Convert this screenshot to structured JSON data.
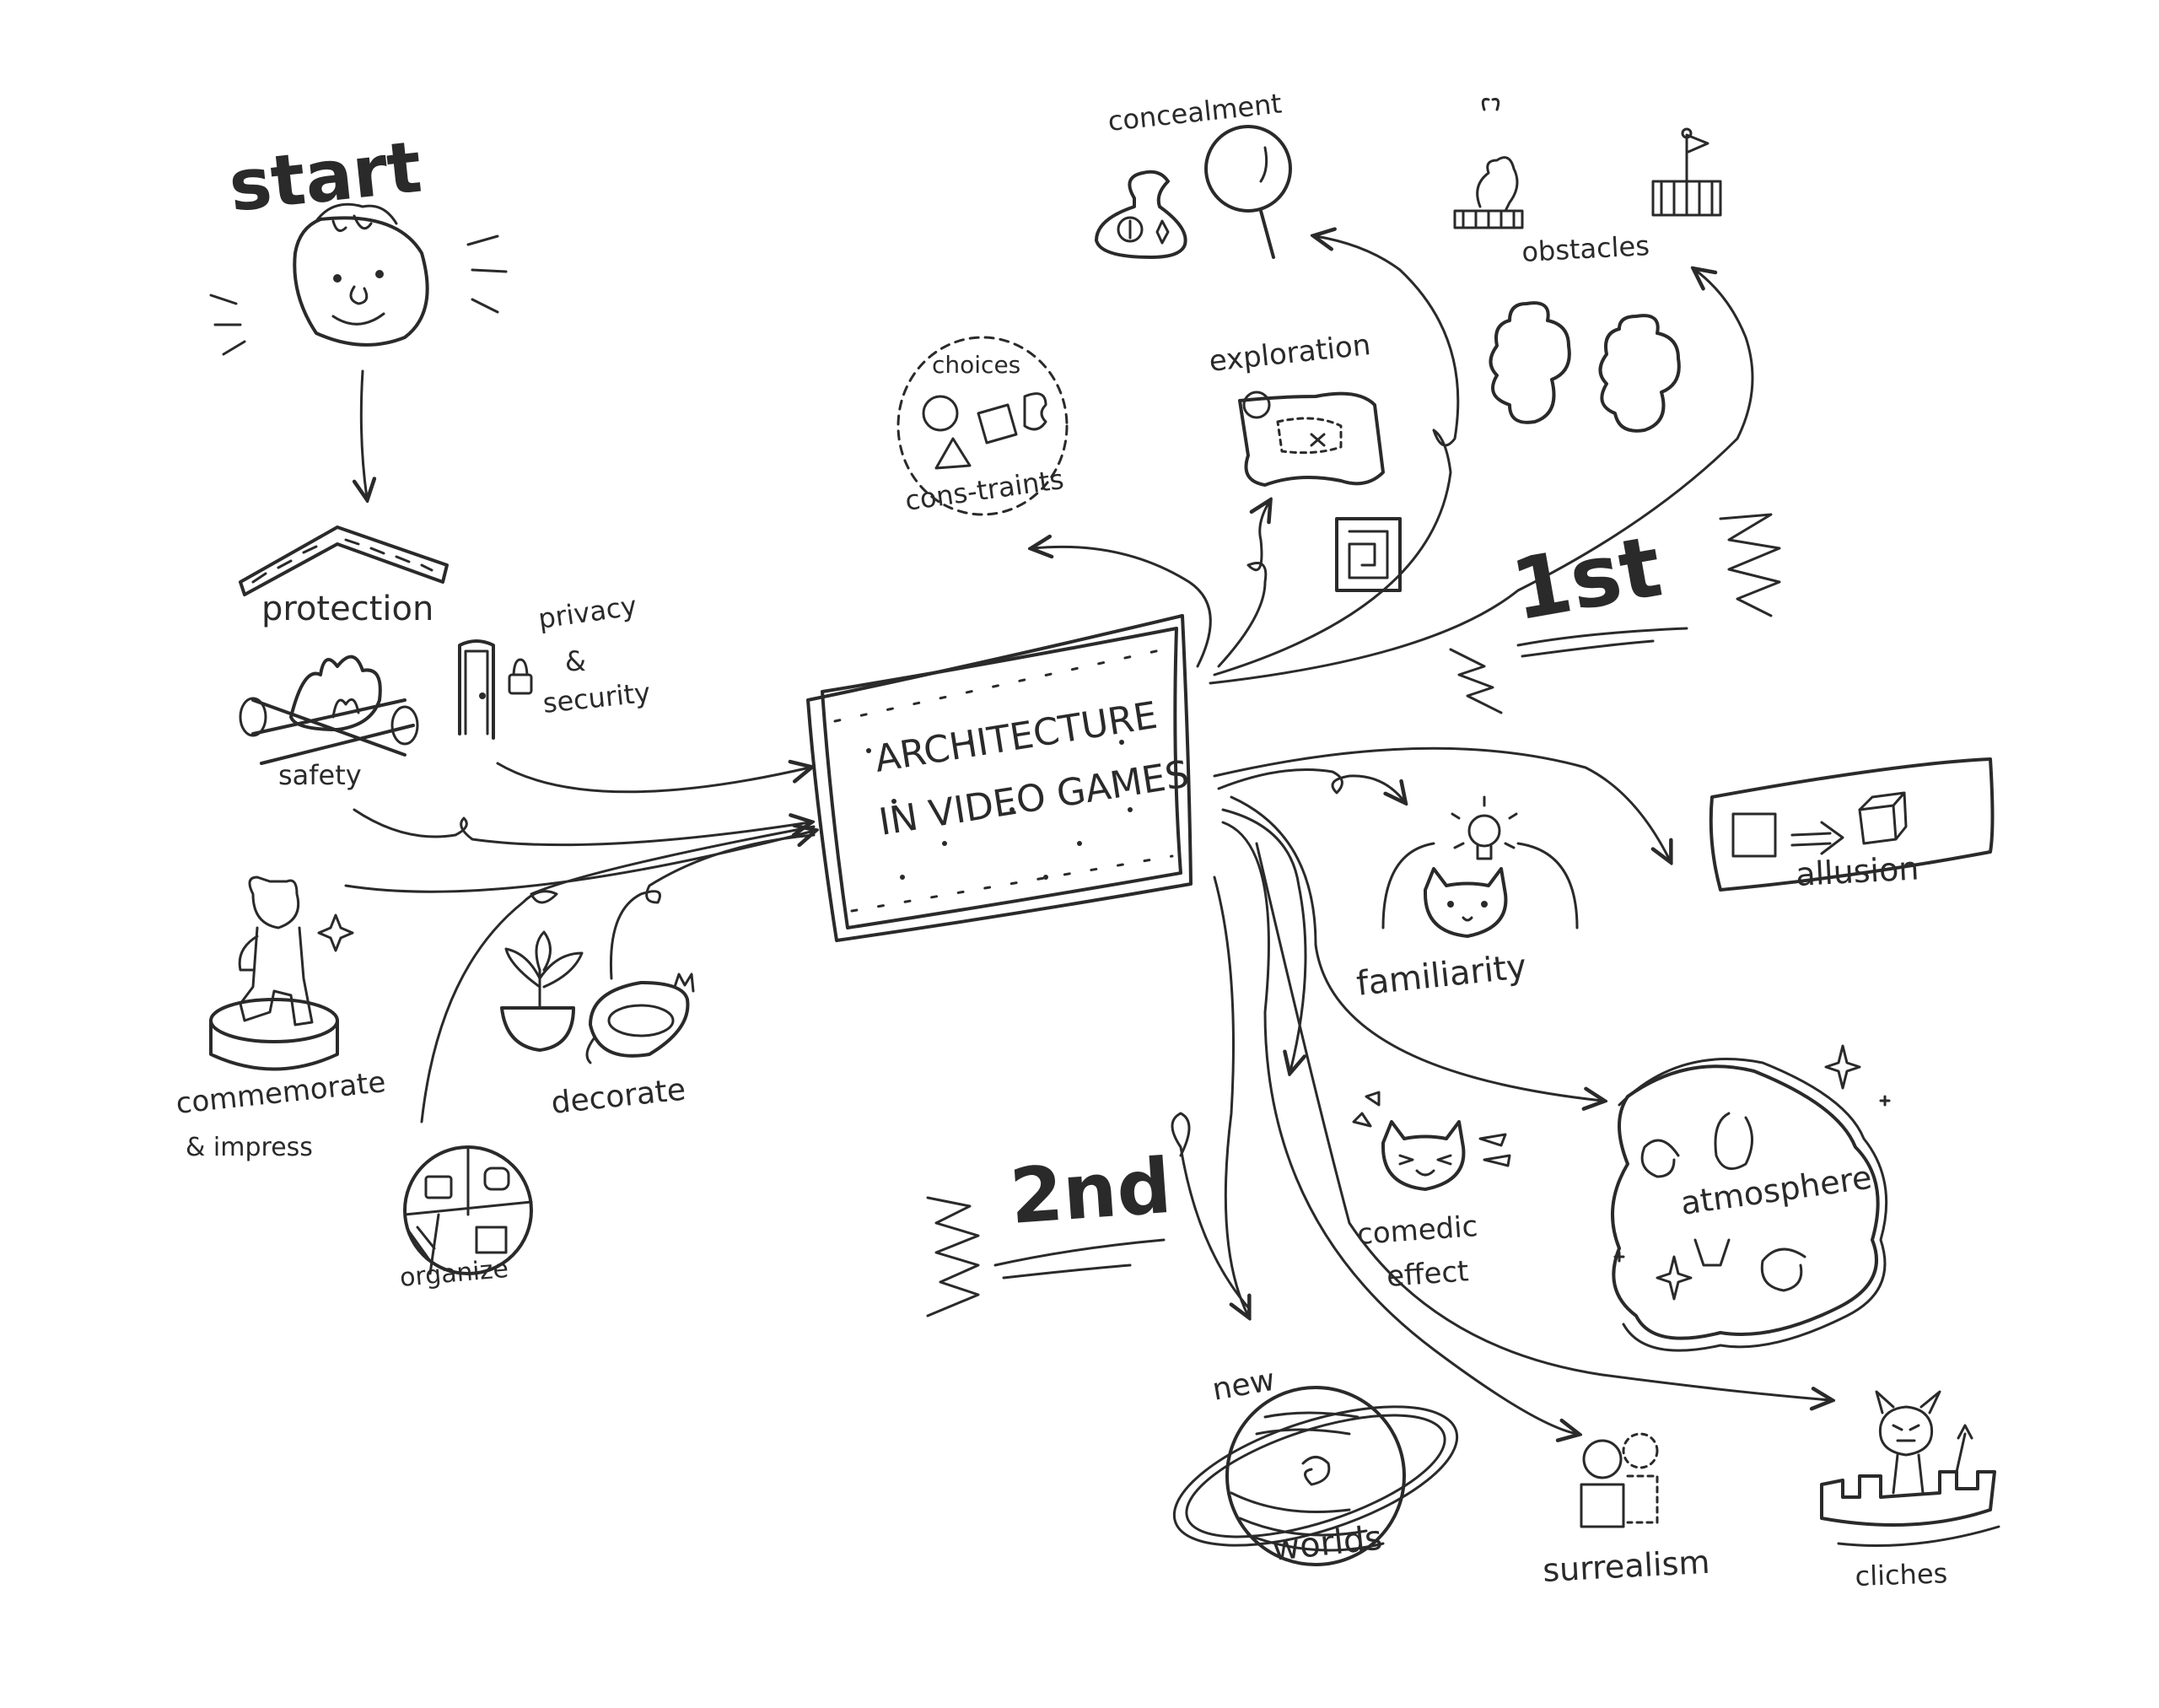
{
  "center": {
    "line1": "ARCHITECTURE",
    "line2": "IN VIDEO GAMES"
  },
  "left": {
    "start": "start",
    "protection": "protection",
    "privacy_line1": "privacy",
    "privacy_line2": "&",
    "privacy_line3": "security",
    "safety": "safety",
    "commemorate": "commemorate",
    "impress": "& impress",
    "decorate": "decorate",
    "organize": "organize"
  },
  "top": {
    "choices": "choices",
    "constraints": "cons-traints",
    "exploration": "exploration",
    "concealment": "concealment",
    "obstacles": "obstacles",
    "first": "1st"
  },
  "right": {
    "familiarity": "familiarity",
    "allusion": "allusion",
    "atmosphere": "atmosphere",
    "comedic_line1": "comedic",
    "comedic_line2": "effect"
  },
  "bottom": {
    "second": "2nd",
    "new": "new",
    "worlds": "worlds",
    "surrealism": "surrealism",
    "cliches": "cliches"
  }
}
